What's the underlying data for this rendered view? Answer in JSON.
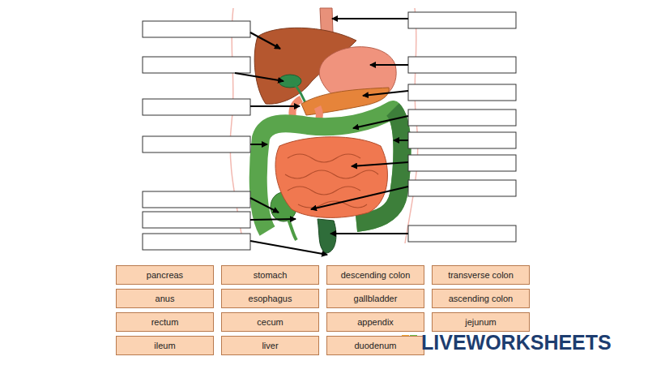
{
  "diagram": {
    "nodes": [
      {
        "text": [
          "pancreas"
        ]
      },
      {
        "text": [
          "stomach"
        ]
      },
      {
        "text": [
          "descending colon"
        ]
      },
      {
        "text": [
          "transverse colon"
        ]
      },
      {
        "text": [
          "anus"
        ]
      },
      {
        "text": [
          "esophagus"
        ]
      },
      {
        "text": [
          "gallbladder"
        ]
      },
      {
        "text": [
          "ascending colon"
        ]
      },
      {
        "text": [
          "rectum"
        ]
      },
      {
        "text": [
          "cecum"
        ]
      },
      {
        "text": [
          "appendix"
        ]
      },
      {
        "text": [
          "jejunum"
        ]
      },
      {
        "text": [
          "ileum"
        ]
      },
      {
        "text": [
          "liver"
        ]
      },
      {
        "text": [
          "duodenum"
        ]
      }
    ],
    "labels": [
      "LIVEWORKSHEETS"
    ]
  }
}
